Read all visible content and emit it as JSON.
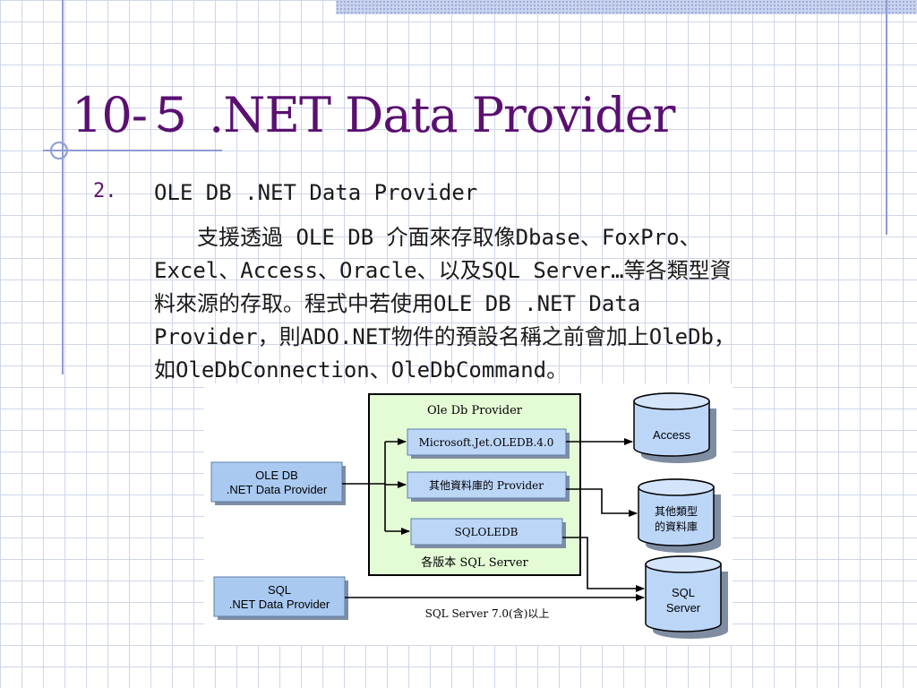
{
  "slide": {
    "title": "10-５ .NET Data Provider",
    "bullet_number": "2.",
    "heading": "OLE DB .NET Data Provider",
    "body_lines": [
      "支援透過 OLE DB 介面來存取像Dbase、FoxPro、",
      "Excel、Access、Oracle、以及SQL Server…等各類型資",
      "料來源的存取。程式中若使用OLE DB .NET Data",
      "Provider，則ADO.NET物件的預設名稱之前會加上OleDb，",
      "如OleDbConnection、OleDbCommand。"
    ]
  },
  "diagram": {
    "provider_box_title": "Ole Db Provider",
    "provider_box_footer": "各版本 SQL Server",
    "jet_provider": "Microsoft.Jet.OLEDB.4.0",
    "other_provider": "其他資料庫的 Provider",
    "sqloledb": "SQLOLEDB",
    "oledb_client_line1": "OLE DB",
    "oledb_client_line2": ".NET Data Provider",
    "sql_client_line1": "SQL",
    "sql_client_line2": ".NET Data Provider",
    "sql_link_label": "SQL Server 7.0(含)以上",
    "db_access": "Access",
    "db_other_line1": "其他類型",
    "db_other_line2": "的資料庫",
    "db_sql_line1": "SQL",
    "db_sql_line2": "Server",
    "colors": {
      "green_box_fill": "#e4fcd6",
      "client_box_fill": "#a9c9f1",
      "provider_box_fill": "#bcd6f8",
      "cylinder_fill": "#bcd6f8",
      "title_color": "#5a1070"
    }
  }
}
